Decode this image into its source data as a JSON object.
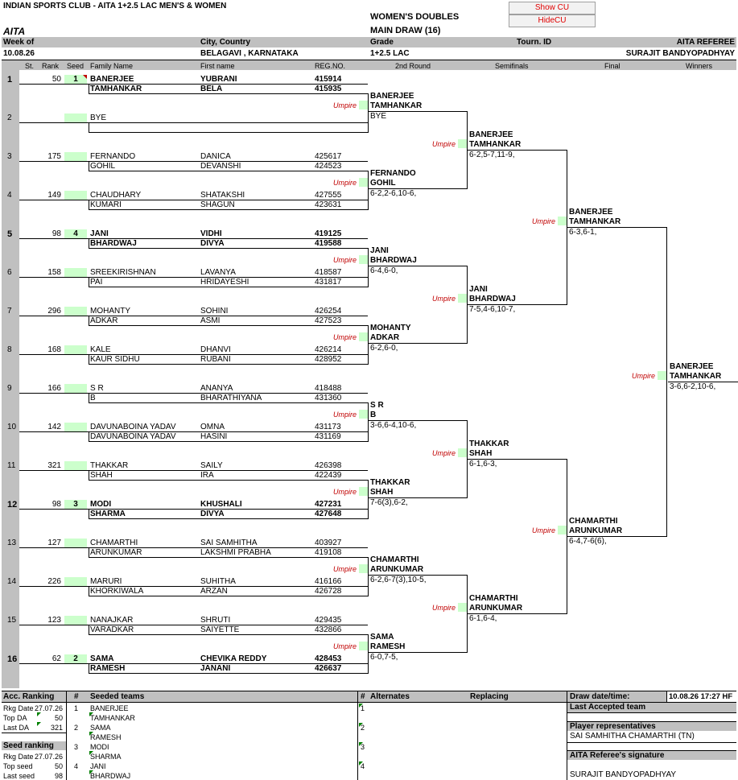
{
  "header": {
    "club_title": "INDIAN SPORTS CLUB - AITA 1+2.5 LAC MEN'S & WOMEN",
    "org": "AITA",
    "event": "WOMEN'S DOUBLES",
    "draw": "MAIN DRAW (16)",
    "show_cu": "Show CU",
    "hide_cu": "HideCU"
  },
  "info": {
    "week_label": "Week of",
    "week_value": "10.08.26",
    "city_label": "City, Country",
    "city_value": "BELAGAVI , KARNATAKA",
    "grade_label": "Grade",
    "grade_value": "1+2.5 LAC",
    "tourn_label": "Tourn. ID",
    "referee_label": "AITA REFEREE",
    "referee_value": "SURAJIT BANDYOPADHYAY"
  },
  "columns": {
    "st": "St.",
    "rank": "Rank",
    "seed": "Seed",
    "family": "Family Name",
    "first": "First name",
    "reg": "REG.NO.",
    "r2": "2nd Round",
    "sf": "Semifinals",
    "final": "Final",
    "winners": "Winners"
  },
  "umpire_label": "Umpire",
  "entries": [
    {
      "no": "1",
      "rank": "50",
      "seed": "1",
      "p1": {
        "family": "BANERJEE",
        "first": "YUBRANI",
        "reg": "415914"
      },
      "p2": {
        "family": "TAMHANKAR",
        "first": "BELA",
        "reg": "415935"
      }
    },
    {
      "no": "2",
      "rank": "",
      "seed": "",
      "p1": {
        "family": "BYE",
        "first": "",
        "reg": ""
      },
      "p2": {
        "family": "",
        "first": "",
        "reg": ""
      }
    },
    {
      "no": "3",
      "rank": "175",
      "seed": "",
      "p1": {
        "family": "FERNANDO",
        "first": "DANICA",
        "reg": "425617"
      },
      "p2": {
        "family": "GOHIL",
        "first": "DEVANSHI",
        "reg": "424523"
      }
    },
    {
      "no": "4",
      "rank": "149",
      "seed": "",
      "p1": {
        "family": "CHAUDHARY",
        "first": "SHATAKSHI",
        "reg": "427555"
      },
      "p2": {
        "family": "KUMARI",
        "first": "SHAGUN",
        "reg": "423631"
      }
    },
    {
      "no": "5",
      "rank": "98",
      "seed": "4",
      "p1": {
        "family": "JANI",
        "first": "VIDHI",
        "reg": "419125"
      },
      "p2": {
        "family": "BHARDWAJ",
        "first": "DIVYA",
        "reg": "419588"
      }
    },
    {
      "no": "6",
      "rank": "158",
      "seed": "",
      "p1": {
        "family": "SREEKIRISHNAN",
        "first": "LAVANYA",
        "reg": "418587"
      },
      "p2": {
        "family": "PAI",
        "first": "HRIDAYESHI",
        "reg": "431817"
      }
    },
    {
      "no": "7",
      "rank": "296",
      "seed": "",
      "p1": {
        "family": "MOHANTY",
        "first": "SOHINI",
        "reg": "426254"
      },
      "p2": {
        "family": "ADKAR",
        "first": "ASMI",
        "reg": "427523"
      }
    },
    {
      "no": "8",
      "rank": "168",
      "seed": "",
      "p1": {
        "family": "KALE",
        "first": "DHANVI",
        "reg": "426214"
      },
      "p2": {
        "family": "KAUR SIDHU",
        "first": "RUBANI",
        "reg": "428952"
      }
    },
    {
      "no": "9",
      "rank": "166",
      "seed": "",
      "p1": {
        "family": "S R",
        "first": "ANANYA",
        "reg": "418488"
      },
      "p2": {
        "family": "B",
        "first": "BHARATHIYANA",
        "reg": "431360"
      }
    },
    {
      "no": "10",
      "rank": "142",
      "seed": "",
      "p1": {
        "family": "DAVUNABOINA YADAV",
        "first": "OMNA",
        "reg": "431173"
      },
      "p2": {
        "family": "DAVUNABOINA YADAV",
        "first": "HASINI",
        "reg": "431169"
      }
    },
    {
      "no": "11",
      "rank": "321",
      "seed": "",
      "p1": {
        "family": "THAKKAR",
        "first": "SAILY",
        "reg": "426398"
      },
      "p2": {
        "family": "SHAH",
        "first": "IRA",
        "reg": "422439"
      }
    },
    {
      "no": "12",
      "rank": "98",
      "seed": "3",
      "p1": {
        "family": "MODI",
        "first": "KHUSHALI",
        "reg": "427231"
      },
      "p2": {
        "family": "SHARMA",
        "first": "DIVYA",
        "reg": "427648"
      }
    },
    {
      "no": "13",
      "rank": "127",
      "seed": "",
      "p1": {
        "family": "CHAMARTHI",
        "first": "SAI SAMHITHA",
        "reg": "403927"
      },
      "p2": {
        "family": "ARUNKUMAR",
        "first": "LAKSHMI PRABHA",
        "reg": "419108"
      }
    },
    {
      "no": "14",
      "rank": "226",
      "seed": "",
      "p1": {
        "family": "MARURI",
        "first": "SUHITHA",
        "reg": "416166"
      },
      "p2": {
        "family": "KHORKIWALA",
        "first": "ARZAN",
        "reg": "426728"
      }
    },
    {
      "no": "15",
      "rank": "123",
      "seed": "",
      "p1": {
        "family": "NANAJKAR",
        "first": "SHRUTI",
        "reg": "429435"
      },
      "p2": {
        "family": "VARADKAR",
        "first": "SAIYETTE",
        "reg": "432866"
      }
    },
    {
      "no": "16",
      "rank": "62",
      "seed": "2",
      "p1": {
        "family": "SAMA",
        "first": "CHEVIKA REDDY",
        "reg": "428453"
      },
      "p2": {
        "family": "RAMESH",
        "first": "JANANI",
        "reg": "426637"
      }
    }
  ],
  "round2": [
    {
      "p1": "BANERJEE",
      "p2": "TAMHANKAR",
      "score": "BYE"
    },
    {
      "p1": "FERNANDO",
      "p2": "GOHIL",
      "score": "6-2,2-6,10-6,"
    },
    {
      "p1": "JANI",
      "p2": "BHARDWAJ",
      "score": "6-4,6-0,"
    },
    {
      "p1": "MOHANTY",
      "p2": "ADKAR",
      "score": "6-2,6-0,"
    },
    {
      "p1": "S R",
      "p2": "B",
      "score": "3-6,6-4,10-6,"
    },
    {
      "p1": "THAKKAR",
      "p2": "SHAH",
      "score": "7-6(3),6-2,"
    },
    {
      "p1": "CHAMARTHI",
      "p2": "ARUNKUMAR",
      "score": "6-2,6-7(3),10-5,"
    },
    {
      "p1": "SAMA",
      "p2": "RAMESH",
      "score": "6-0,7-5,"
    }
  ],
  "semis": [
    {
      "p1": "BANERJEE",
      "p2": "TAMHANKAR",
      "score": "6-2,5-7,11-9,"
    },
    {
      "p1": "JANI",
      "p2": "BHARDWAJ",
      "score": "7-5,4-6,10-7,"
    },
    {
      "p1": "THAKKAR",
      "p2": "SHAH",
      "score": "6-1,6-3,"
    },
    {
      "p1": "CHAMARTHI",
      "p2": "ARUNKUMAR",
      "score": "6-1,6-4,"
    }
  ],
  "finals": [
    {
      "p1": "BANERJEE",
      "p2": "TAMHANKAR",
      "score": "6-3,6-1,"
    },
    {
      "p1": "CHAMARTHI",
      "p2": "ARUNKUMAR",
      "score": "6-4,7-6(6),"
    }
  ],
  "winner": {
    "p1": "BANERJEE",
    "p2": "TAMHANKAR",
    "score": "3-6,6-2,10-6,"
  },
  "footer": {
    "acc_ranking": "Acc. Ranking",
    "hash": "#",
    "seeded_teams": "Seeded teams",
    "alternates": "Alternates",
    "replacing": "Replacing",
    "draw_datetime_label": "Draw date/time:",
    "draw_datetime_value": "10.08.26 17:27 HF",
    "rkg_date": "Rkg Date",
    "rkg_date_value": "27.07.26",
    "top_da": "Top DA",
    "top_da_value": "50",
    "last_da": "Last DA",
    "last_da_value": "321",
    "seed_ranking": "Seed ranking",
    "rkg_date2": "Rkg Date",
    "rkg_date2_value": "27.07.26",
    "top_seed": "Top seed",
    "top_seed_value": "50",
    "last_seed": "Last seed",
    "last_seed_value": "98",
    "seeded": [
      {
        "n": "1",
        "p1": "BANERJEE",
        "p2": "TAMHANKAR"
      },
      {
        "n": "2",
        "p1": "SAMA",
        "p2": "RAMESH"
      },
      {
        "n": "3",
        "p1": "MODI",
        "p2": "SHARMA"
      },
      {
        "n": "4",
        "p1": "JANI",
        "p2": "BHARDWAJ"
      }
    ],
    "alt_nums": [
      "1",
      "2",
      "3",
      "4"
    ],
    "last_accepted": "Last Accepted team",
    "player_reps": "Player representatives",
    "player_rep_value": "SAI SAMHITHA CHAMARTHI (TN)",
    "ref_signature": "AITA  Referee's signature",
    "ref_signature_value": "SURAJIT BANDYOPADHYAY"
  }
}
